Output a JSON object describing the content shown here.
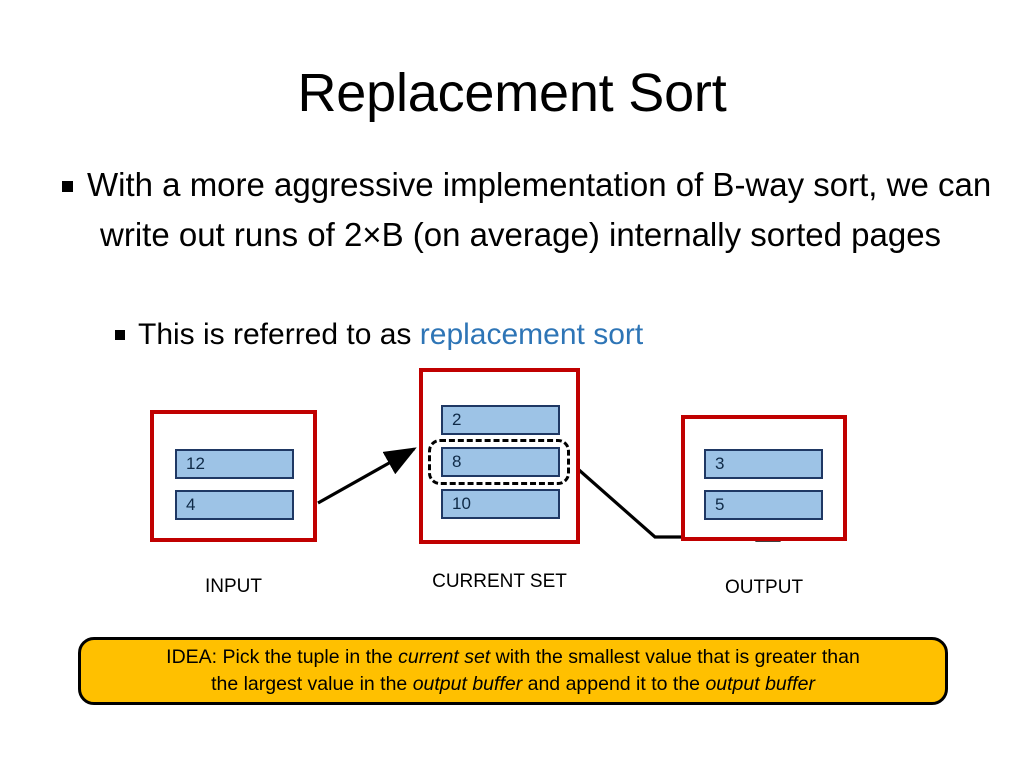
{
  "slide": {
    "title": "Replacement Sort",
    "bullets": {
      "level1": "With a more aggressive implementation of B-way sort, we can write out runs of 2×B (on average) internally sorted pages",
      "level2_prefix": "This is referred to as ",
      "level2_accent": "replacement sort"
    },
    "accent_color": "#2E75B6",
    "box_border_color": "#C00000",
    "cell_fill_color": "#9DC3E6",
    "callout_color": "#FFC000"
  },
  "diagram": {
    "groups": [
      {
        "name": "input",
        "caption": "INPUT",
        "cells": [
          "12",
          "4"
        ]
      },
      {
        "name": "current-set",
        "caption": "CURRENT SET",
        "cells": [
          "2",
          "8",
          "10"
        ],
        "highlighted_cell": "8"
      },
      {
        "name": "output",
        "caption": "OUTPUT",
        "cells": [
          "3",
          "5"
        ]
      }
    ],
    "arrows": [
      {
        "name": "input-to-current-set",
        "from": "input",
        "to": "current-set"
      },
      {
        "name": "current-set-to-output",
        "from": "current-set",
        "to": "output"
      }
    ]
  },
  "callout": {
    "line1_parts": [
      {
        "text": "IDEA: Pick the tuple in the ",
        "italic": false
      },
      {
        "text": "current set",
        "italic": true
      },
      {
        "text": " with the smallest value that is greater than",
        "italic": false
      }
    ],
    "line2_parts": [
      {
        "text": "the largest value in the ",
        "italic": false
      },
      {
        "text": "output buffer",
        "italic": true
      },
      {
        "text": " and append it to the ",
        "italic": false
      },
      {
        "text": "output buffer",
        "italic": true
      }
    ]
  }
}
